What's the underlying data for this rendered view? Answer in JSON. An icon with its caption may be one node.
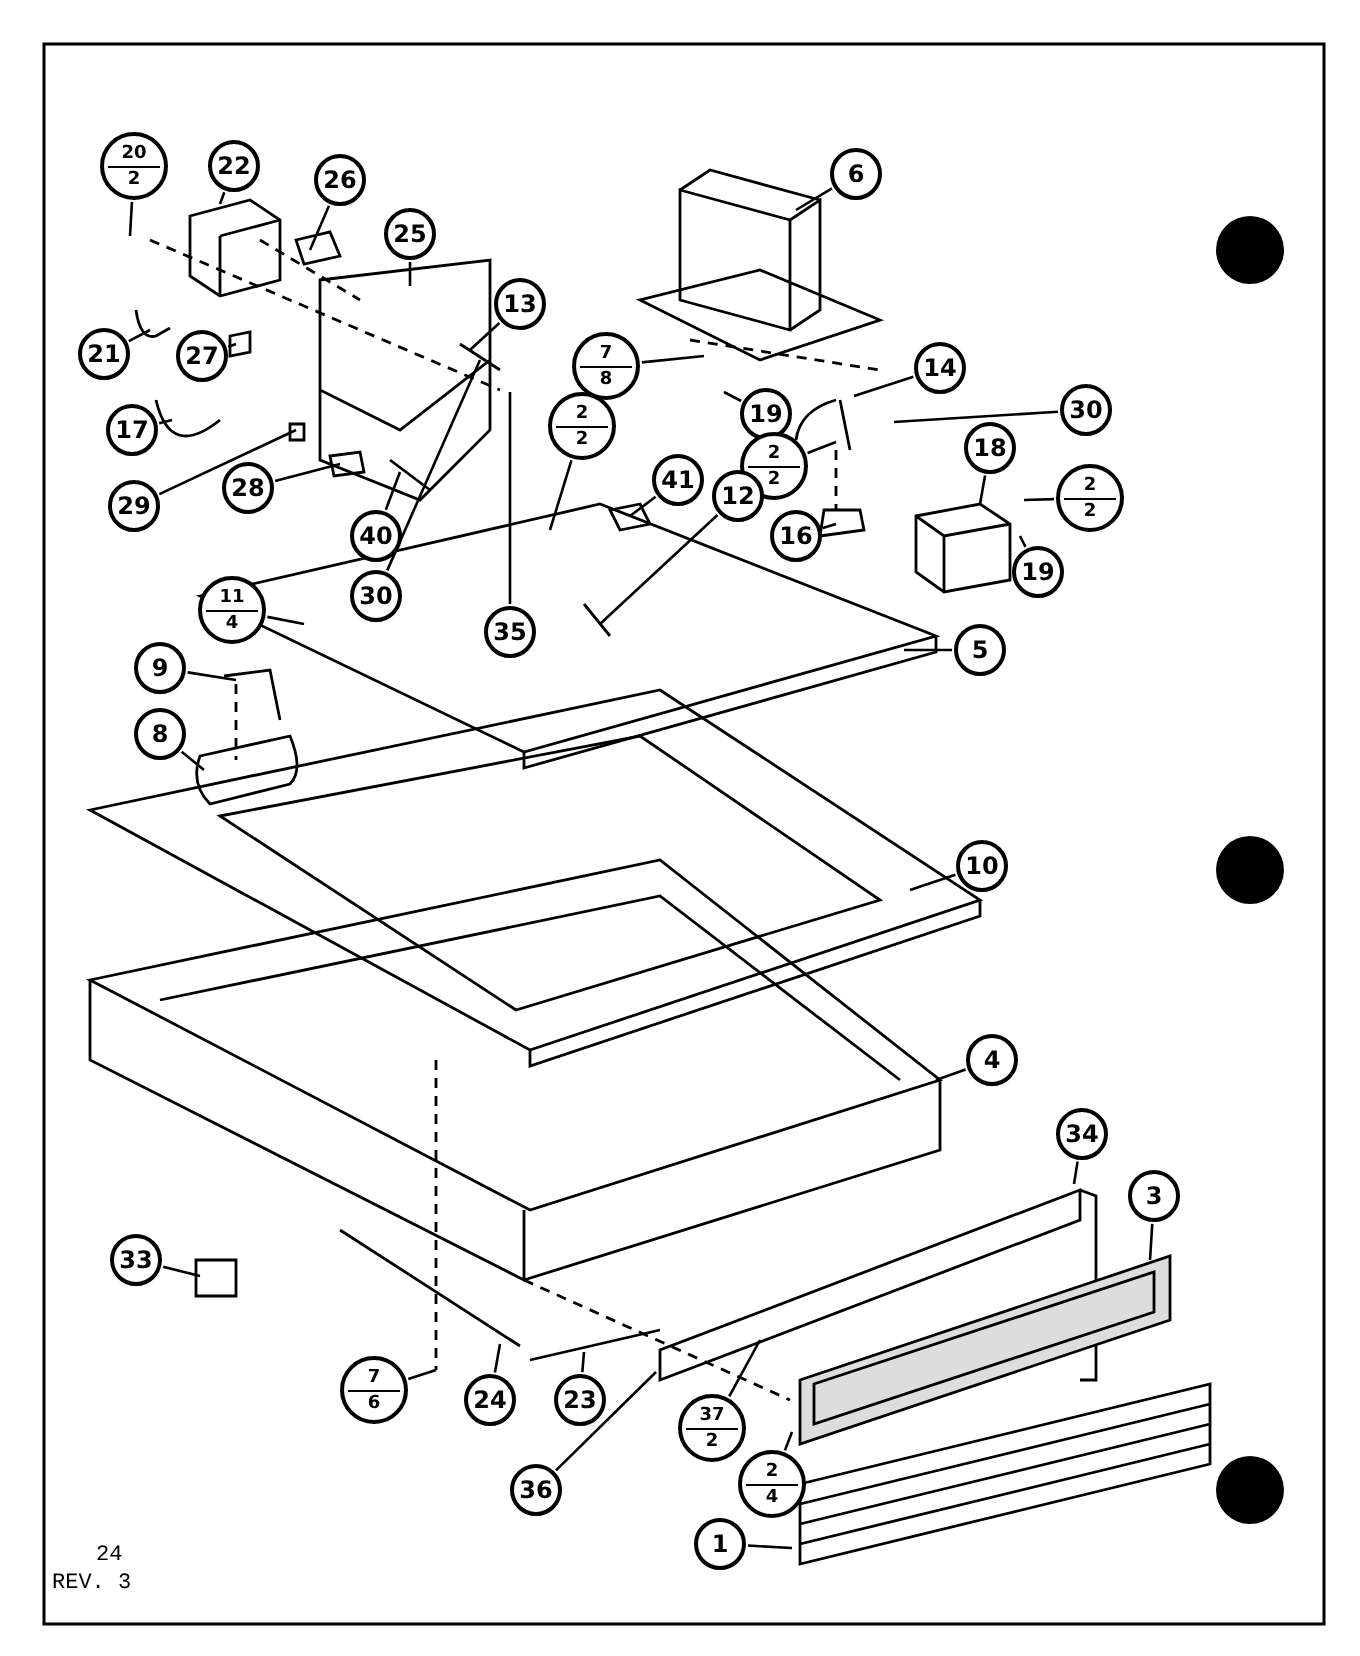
{
  "diagram": {
    "nodes": [
      {
        "text": [
          "20",
          "2"
        ]
      },
      {
        "text": [
          "22"
        ]
      },
      {
        "text": [
          "26"
        ]
      },
      {
        "text": [
          "25"
        ]
      },
      {
        "text": [
          "6"
        ]
      },
      {
        "text": [
          "13"
        ]
      },
      {
        "text": [
          "21"
        ]
      },
      {
        "text": [
          "27"
        ]
      },
      {
        "text": [
          "7",
          "8"
        ]
      },
      {
        "text": [
          "2",
          "2"
        ]
      },
      {
        "text": [
          "19"
        ]
      },
      {
        "text": [
          "14"
        ]
      },
      {
        "text": [
          "30"
        ]
      },
      {
        "text": [
          "17"
        ]
      },
      {
        "text": [
          "2",
          "2"
        ]
      },
      {
        "text": [
          "41"
        ]
      },
      {
        "text": [
          "12"
        ]
      },
      {
        "text": [
          "29"
        ]
      },
      {
        "text": [
          "28"
        ]
      },
      {
        "text": [
          "16"
        ]
      },
      {
        "text": [
          "18"
        ]
      },
      {
        "text": [
          "2",
          "2"
        ]
      },
      {
        "text": [
          "19"
        ]
      },
      {
        "text": [
          "40"
        ]
      },
      {
        "text": [
          "30"
        ]
      },
      {
        "text": [
          "35"
        ]
      },
      {
        "text": [
          "11",
          "4"
        ]
      },
      {
        "text": [
          "9"
        ]
      },
      {
        "text": [
          "5"
        ]
      },
      {
        "text": [
          "8"
        ]
      },
      {
        "text": [
          "10"
        ]
      },
      {
        "text": [
          "4"
        ]
      },
      {
        "text": [
          "34"
        ]
      },
      {
        "text": [
          "3"
        ]
      },
      {
        "text": [
          "33"
        ]
      },
      {
        "text": [
          "7",
          "6"
        ]
      },
      {
        "text": [
          "24"
        ]
      },
      {
        "text": [
          "23"
        ]
      },
      {
        "text": [
          "37",
          "2"
        ]
      },
      {
        "text": [
          "2",
          "4"
        ]
      },
      {
        "text": [
          "36"
        ]
      },
      {
        "text": [
          "1"
        ]
      }
    ],
    "edges": [
      {
        "from": 0,
        "to": null,
        "arrow": "none"
      },
      {
        "from": 1,
        "to": null,
        "arrow": "none"
      },
      {
        "from": 2,
        "to": null,
        "arrow": "none"
      },
      {
        "from": 3,
        "to": null,
        "arrow": "none"
      },
      {
        "from": 4,
        "to": null,
        "arrow": "none"
      },
      {
        "from": 5,
        "to": null,
        "arrow": "none"
      },
      {
        "from": 6,
        "to": null,
        "arrow": "none"
      },
      {
        "from": 7,
        "to": null,
        "arrow": "none"
      },
      {
        "from": 8,
        "to": null,
        "arrow": "none"
      },
      {
        "from": 9,
        "to": null,
        "arrow": "none"
      },
      {
        "from": 10,
        "to": null,
        "arrow": "none"
      },
      {
        "from": 11,
        "to": null,
        "arrow": "none"
      },
      {
        "from": 12,
        "to": null,
        "arrow": "none"
      },
      {
        "from": 13,
        "to": null,
        "arrow": "none"
      },
      {
        "from": 14,
        "to": null,
        "arrow": "none"
      },
      {
        "from": 15,
        "to": null,
        "arrow": "none"
      },
      {
        "from": 16,
        "to": null,
        "arrow": "none"
      },
      {
        "from": 17,
        "to": null,
        "arrow": "none"
      },
      {
        "from": 18,
        "to": null,
        "arrow": "none"
      },
      {
        "from": 19,
        "to": null,
        "arrow": "none"
      },
      {
        "from": 20,
        "to": null,
        "arrow": "none"
      },
      {
        "from": 21,
        "to": null,
        "arrow": "none"
      },
      {
        "from": 22,
        "to": null,
        "arrow": "none"
      },
      {
        "from": 23,
        "to": null,
        "arrow": "none"
      },
      {
        "from": 24,
        "to": null,
        "arrow": "none"
      },
      {
        "from": 25,
        "to": null,
        "arrow": "none"
      },
      {
        "from": 26,
        "to": null,
        "arrow": "none"
      },
      {
        "from": 27,
        "to": null,
        "arrow": "none"
      },
      {
        "from": 28,
        "to": null,
        "arrow": "none"
      },
      {
        "from": 29,
        "to": null,
        "arrow": "none"
      },
      {
        "from": 30,
        "to": null,
        "arrow": "none"
      },
      {
        "from": 31,
        "to": null,
        "arrow": "none"
      },
      {
        "from": 32,
        "to": null,
        "arrow": "none"
      },
      {
        "from": 33,
        "to": null,
        "arrow": "none"
      },
      {
        "from": 34,
        "to": null,
        "arrow": "none"
      },
      {
        "from": 35,
        "to": null,
        "arrow": "none"
      },
      {
        "from": 36,
        "to": null,
        "arrow": "none"
      },
      {
        "from": 37,
        "to": null,
        "arrow": "none"
      },
      {
        "from": 38,
        "to": null,
        "arrow": "none"
      },
      {
        "from": 39,
        "to": null,
        "arrow": "none"
      },
      {
        "from": 40,
        "to": null,
        "arrow": "none"
      },
      {
        "from": 41,
        "to": null,
        "arrow": "none"
      }
    ],
    "labels": [
      "24",
      "REV. 3"
    ]
  }
}
